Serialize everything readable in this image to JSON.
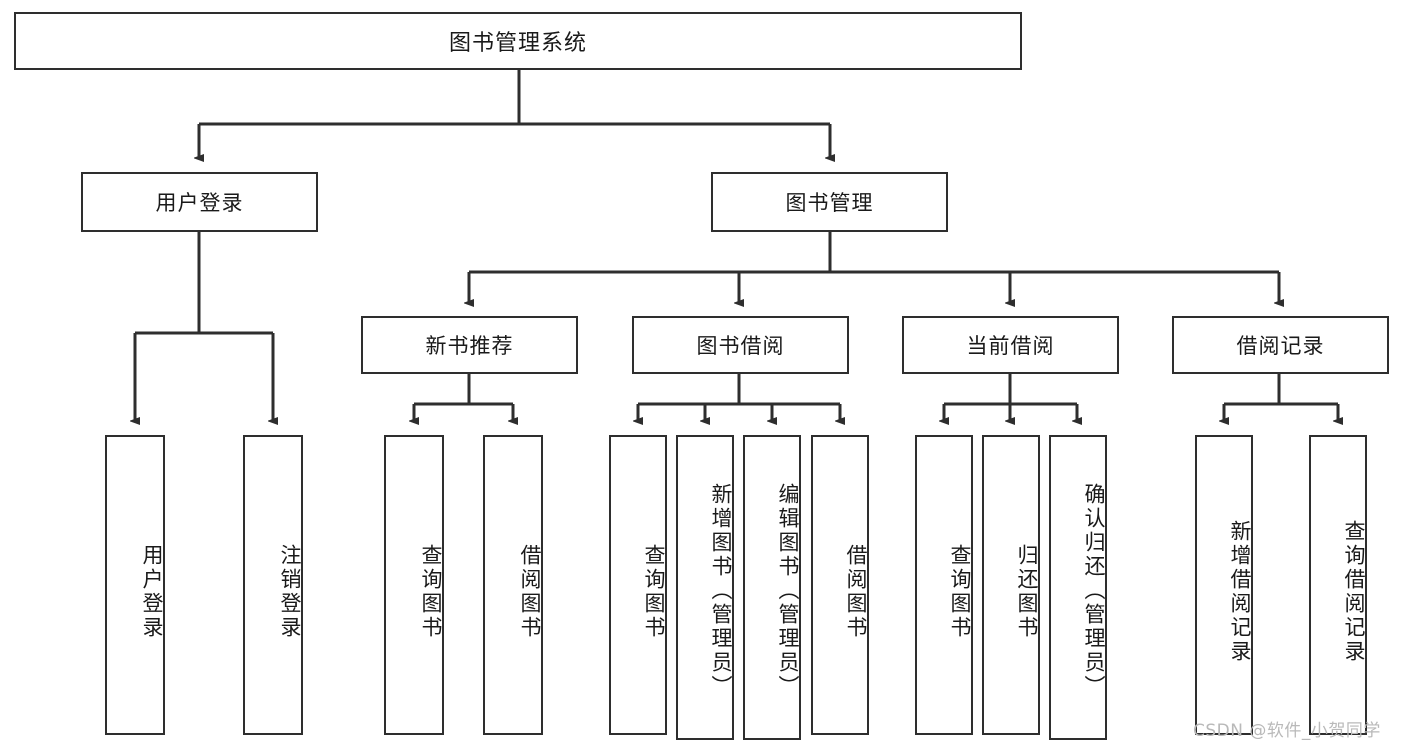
{
  "diagram": {
    "title": "图书管理系统",
    "type": "tree-hierarchy",
    "watermark": "CSDN @软件_小贺同学",
    "colors": {
      "stroke": "#2e2e2e",
      "fill": "#ffffff",
      "text": "#1a1a1a",
      "watermark": "#b9b9b9"
    },
    "levels": {
      "root": "图书管理系统",
      "level2": [
        "用户登录",
        "图书管理"
      ],
      "level3": [
        "新书推荐",
        "图书借阅",
        "当前借阅",
        "借阅记录"
      ]
    },
    "nodes": {
      "root": {
        "label": "图书管理系统"
      },
      "user_login": {
        "label": "用户登录"
      },
      "book_manage": {
        "label": "图书管理"
      },
      "new_book_rec": {
        "label": "新书推荐"
      },
      "book_borrow": {
        "label": "图书借阅"
      },
      "current_borrow": {
        "label": "当前借阅"
      },
      "borrow_record": {
        "label": "借阅记录"
      },
      "leaf_user_login": {
        "label": "用户登录"
      },
      "leaf_logout": {
        "label": "注销登录"
      },
      "leaf_query_book_1": {
        "label": "查询图书"
      },
      "leaf_borrow_book_1": {
        "label": "借阅图书"
      },
      "leaf_query_book_2": {
        "label": "查询图书"
      },
      "leaf_add_book": {
        "label": "新增图书（管理员）"
      },
      "leaf_edit_book": {
        "label": "编辑图书（管理员）"
      },
      "leaf_borrow_book_2": {
        "label": "借阅图书"
      },
      "leaf_query_book_3": {
        "label": "查询图书"
      },
      "leaf_return_book": {
        "label": "归还图书"
      },
      "leaf_confirm_return": {
        "label": "确认归还（管理员）"
      },
      "leaf_add_record": {
        "label": "新增借阅记录"
      },
      "leaf_query_record": {
        "label": "查询借阅记录"
      }
    }
  }
}
